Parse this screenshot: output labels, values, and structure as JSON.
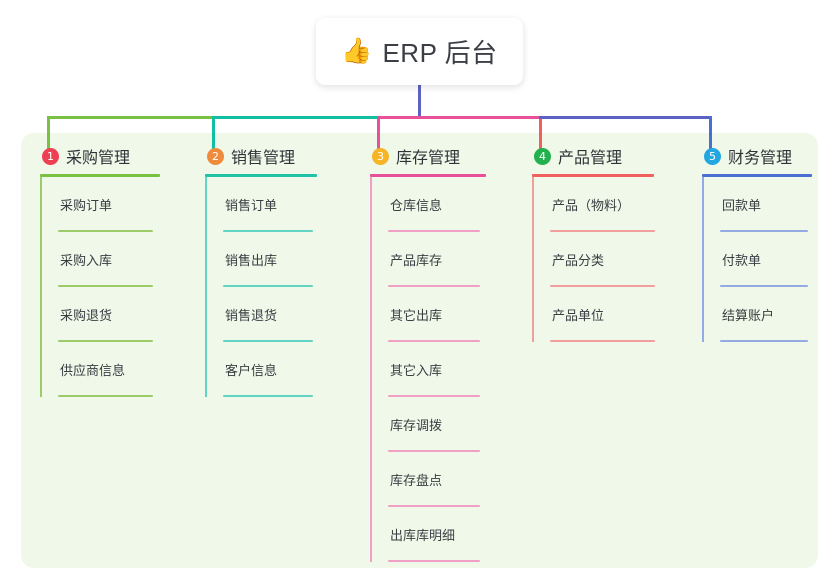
{
  "diagram": {
    "type": "mind-map",
    "background_color": "#ffffff",
    "panel_color": "#eff8e9",
    "root": {
      "icon": "thumbs-up-emoji",
      "icon_glyph": "👍",
      "title": "ERP 后台",
      "connector_color": "#5b62c4"
    },
    "columns": [
      {
        "index": "1",
        "badge": "1",
        "badge_color": "#ef3f52",
        "title": "采购管理",
        "color": "#7ac143",
        "line_color": "#9ccb6a",
        "connector_color": "#7ac143",
        "items": [
          "采购订单",
          "采购入库",
          "采购退货",
          "供应商信息"
        ]
      },
      {
        "index": "2",
        "badge": "2",
        "badge_color": "#f08a3c",
        "title": "销售管理",
        "color": "#1ec2a6",
        "line_color": "#62d4c2",
        "connector_color": "#12bfa3",
        "items": [
          "销售订单",
          "销售出库",
          "销售退货",
          "客户信息"
        ]
      },
      {
        "index": "3",
        "badge": "3",
        "badge_color": "#f5b526",
        "title": "库存管理",
        "color": "#e8509a",
        "line_color": "#efa0c4",
        "connector_color": "#e8509a",
        "items": [
          "仓库信息",
          "产品库存",
          "其它出库",
          "其它入库",
          "库存调拨",
          "库存盘点",
          "出库库明细"
        ]
      },
      {
        "index": "4",
        "badge": "4",
        "badge_color": "#22b14c",
        "title": "产品管理",
        "color": "#f0605d",
        "line_color": "#f29e9c",
        "connector_color": "#f0605d",
        "items": [
          "产品（物料）",
          "产品分类",
          "产品单位"
        ]
      },
      {
        "index": "5",
        "badge": "5",
        "badge_color": "#22a7e0",
        "title": "财务管理",
        "color": "#4a6fd0",
        "line_color": "#93aae2",
        "connector_color": "#4a6fd0",
        "items": [
          "回款单",
          "付款单",
          "结算账户"
        ]
      }
    ]
  }
}
